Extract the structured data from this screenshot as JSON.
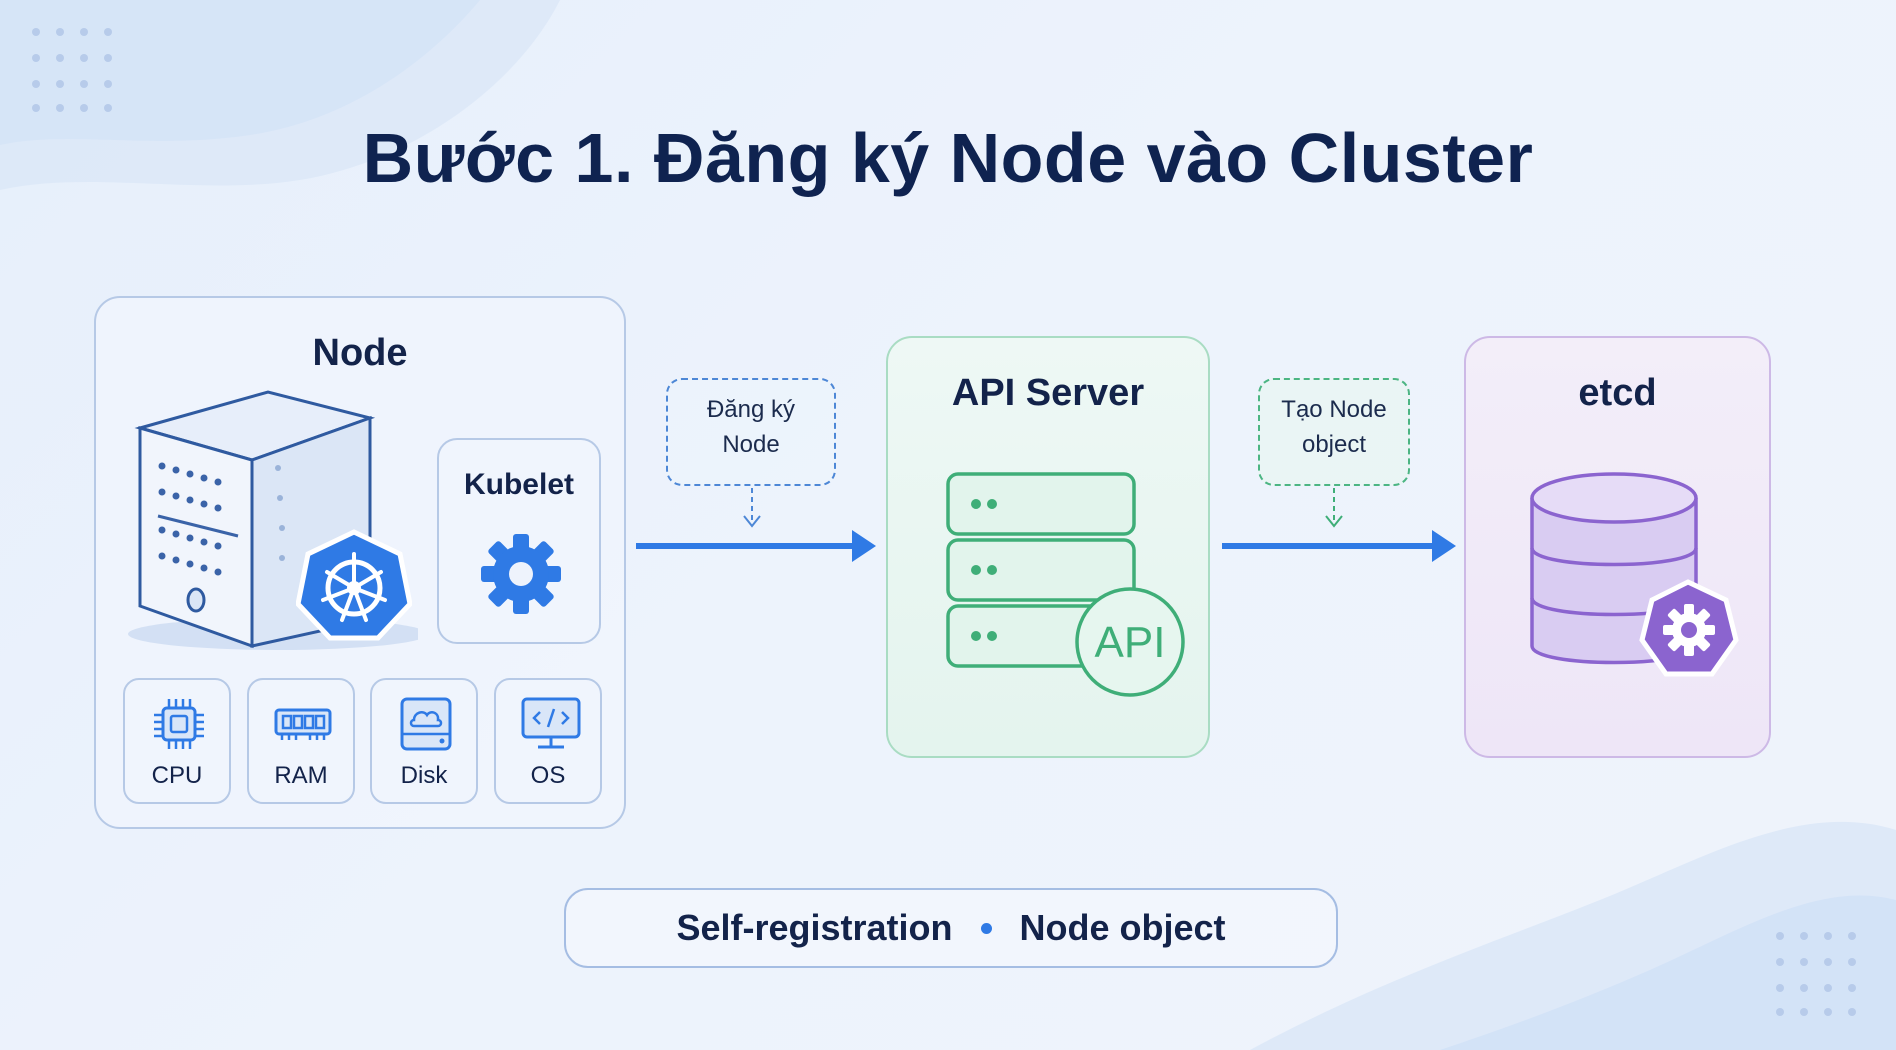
{
  "title": "Bước 1. Đăng ký Node vào Cluster",
  "node": {
    "title": "Node",
    "kubelet_label": "Kubelet",
    "resources": [
      {
        "label": "CPU",
        "icon": "cpu-icon"
      },
      {
        "label": "RAM",
        "icon": "ram-icon"
      },
      {
        "label": "Disk",
        "icon": "disk-icon"
      },
      {
        "label": "OS",
        "icon": "os-icon"
      }
    ]
  },
  "api_server": {
    "title": "API Server",
    "badge": "API"
  },
  "etcd": {
    "title": "etcd"
  },
  "callouts": {
    "register": {
      "line1": "Đăng ký",
      "line2": "Node"
    },
    "create": {
      "line1": "Tạo Node",
      "line2": "object"
    }
  },
  "footer": {
    "left": "Self-registration",
    "right": "Node object"
  },
  "colors": {
    "blue": "#2f7ae5",
    "green": "#3fae78",
    "purple": "#8b64cf",
    "navy": "#0f2350"
  }
}
